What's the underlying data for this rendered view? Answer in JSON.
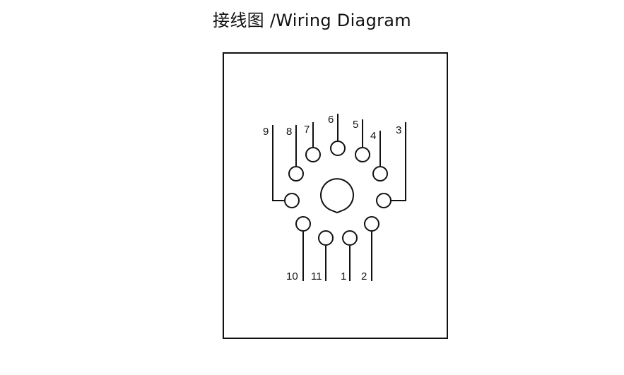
{
  "title": "接线图 /Wiring Diagram",
  "pins": [
    {
      "label": "1"
    },
    {
      "label": "2"
    },
    {
      "label": "3"
    },
    {
      "label": "4"
    },
    {
      "label": "5"
    },
    {
      "label": "6"
    },
    {
      "label": "7"
    },
    {
      "label": "8"
    },
    {
      "label": "9"
    },
    {
      "label": "10"
    },
    {
      "label": "11"
    }
  ],
  "colors": {
    "line": "#111111",
    "background": "#ffffff"
  }
}
